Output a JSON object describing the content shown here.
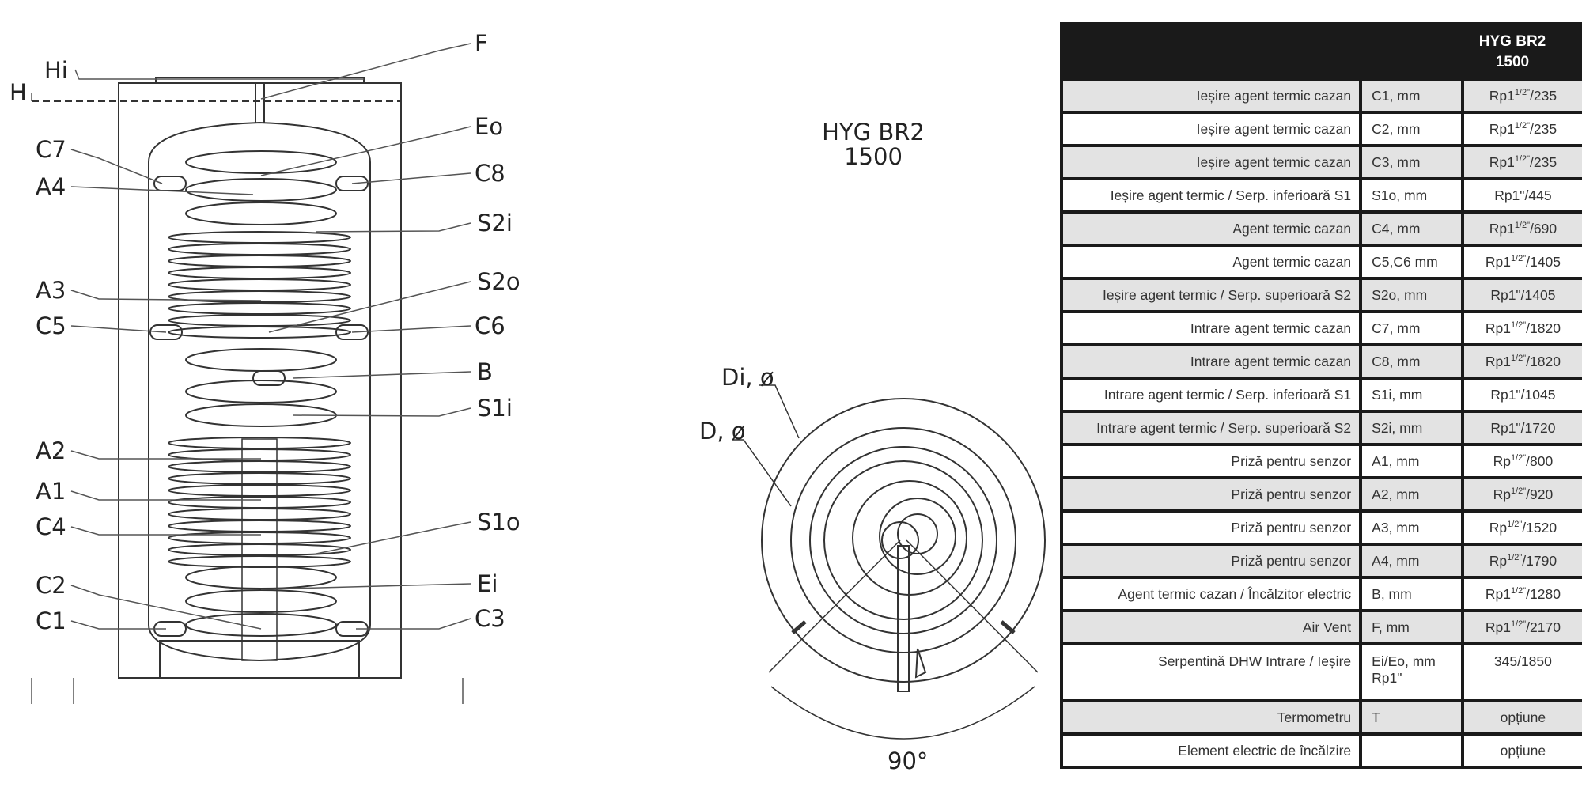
{
  "diagram": {
    "model_title": [
      "HYG BR2",
      "1500"
    ],
    "side_labels_left": [
      "Hi",
      "H",
      "C7",
      "A4",
      "A3",
      "C5",
      "A2",
      "A1",
      "C4",
      "C2",
      "C1"
    ],
    "side_labels_right": [
      "F",
      "Eo",
      "C8",
      "S2i",
      "S2o",
      "C6",
      "B",
      "S1i",
      "S1o",
      "Ei",
      "C3"
    ],
    "top_view_labels": {
      "di": "Di, ø",
      "d": "D, ø",
      "angle": "90°"
    }
  },
  "table": {
    "header": [
      "HYG  BR2",
      "1500"
    ],
    "rows": [
      {
        "desc": "Ieșire agent termic cazan",
        "code": "C1, mm",
        "pre": "Rp1",
        "sup": "1/2\"",
        "post": "/235"
      },
      {
        "desc": "Ieșire agent termic cazan",
        "code": "C2, mm",
        "pre": "Rp1",
        "sup": "1/2\"",
        "post": "/235"
      },
      {
        "desc": "Ieșire agent termic cazan",
        "code": "C3, mm",
        "pre": "Rp1",
        "sup": "1/2\"",
        "post": "/235"
      },
      {
        "desc": "Ieșire agent termic / Serp. inferioară S1",
        "code": "S1o, mm",
        "pre": "Rp1\"/445",
        "sup": "",
        "post": ""
      },
      {
        "desc": "Agent termic cazan",
        "code": "C4, mm",
        "pre": "Rp1",
        "sup": "1/2\"",
        "post": "/690"
      },
      {
        "desc": "Agent termic cazan",
        "code": "C5,C6 mm",
        "pre": "Rp1",
        "sup": "1/2\"",
        "post": "/1405"
      },
      {
        "desc": "Ieșire agent termic / Serp. superioară S2",
        "code": "S2o, mm",
        "pre": "Rp1\"/1405",
        "sup": "",
        "post": ""
      },
      {
        "desc": "Intrare agent termic cazan",
        "code": "C7, mm",
        "pre": "Rp1",
        "sup": "1/2\"",
        "post": "/1820"
      },
      {
        "desc": "Intrare agent termic cazan",
        "code": "C8, mm",
        "pre": "Rp1",
        "sup": "1/2\"",
        "post": "/1820"
      },
      {
        "desc": "Intrare agent termic / Serp. inferioară S1",
        "code": "S1i, mm",
        "pre": "Rp1\"/1045",
        "sup": "",
        "post": ""
      },
      {
        "desc": "Intrare agent termic / Serp. superioară S2",
        "code": "S2i, mm",
        "pre": "Rp1\"/1720",
        "sup": "",
        "post": ""
      },
      {
        "desc": "Priză pentru senzor",
        "code": "A1, mm",
        "pre": "Rp",
        "sup": "1/2\"",
        "post": "/800"
      },
      {
        "desc": "Priză pentru senzor",
        "code": "A2, mm",
        "pre": "Rp",
        "sup": "1/2\"",
        "post": "/920"
      },
      {
        "desc": "Priză pentru senzor",
        "code": "A3, mm",
        "pre": "Rp",
        "sup": "1/2\"",
        "post": "/1520"
      },
      {
        "desc": "Priză pentru senzor",
        "code": "A4, mm",
        "pre": "Rp",
        "sup": "1/2\"",
        "post": "/1790"
      },
      {
        "desc": "Agent termic cazan / Încălzitor electric",
        "code": "B, mm",
        "pre": "Rp1",
        "sup": "1/2\"",
        "post": "/1280"
      },
      {
        "desc": "Air Vent",
        "code": "F, mm",
        "pre": "Rp1",
        "sup": "1/2\"",
        "post": "/2170"
      },
      {
        "desc": "Serpentină DHW Intrare / Ieșire",
        "code": "Ei/Eo, mm",
        "code2": "Rp1\"",
        "pre": "345/1850",
        "sup": "",
        "post": ""
      },
      {
        "desc": "Termometru",
        "code": "T",
        "pre": "opțiune",
        "sup": "",
        "post": ""
      },
      {
        "desc": "Element electric de încălzire",
        "code": "",
        "pre": "opțiune",
        "sup": "",
        "post": ""
      }
    ]
  }
}
